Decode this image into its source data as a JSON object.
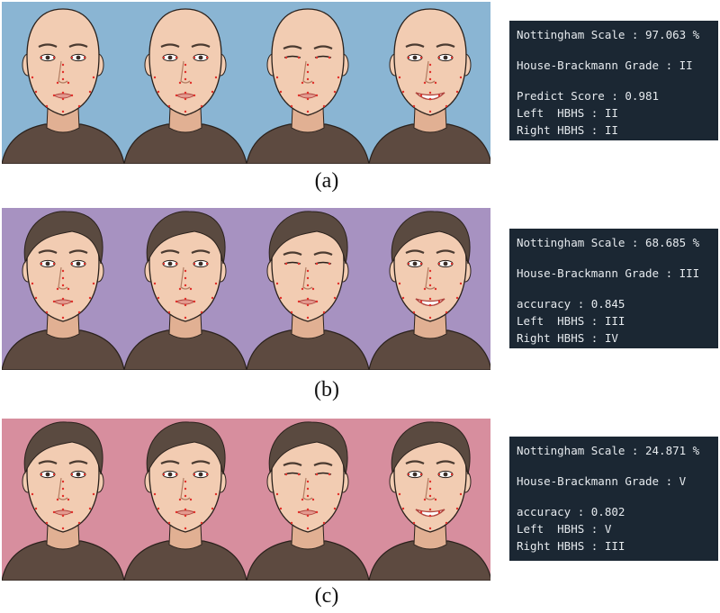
{
  "panels": [
    {
      "id": "a",
      "background": "#8ab5d3",
      "hair": "none",
      "face_count": 4,
      "caption": "(a)",
      "console": {
        "nottingham": "Nottingham Scale : 97.063 %",
        "hb_grade": "House-Brackmann Grade : II",
        "score": "Predict Score : 0.981",
        "left": "Left  HBHS : II",
        "right": "Right HBHS : II"
      }
    },
    {
      "id": "b",
      "background": "#a792c1",
      "hair": "short",
      "face_count": 4,
      "caption": "(b)",
      "console": {
        "nottingham": "Nottingham Scale : 68.685 %",
        "hb_grade": "House-Brackmann Grade : III",
        "score": "accuracy : 0.845",
        "left": "Left  HBHS : III",
        "right": "Right HBHS : IV"
      }
    },
    {
      "id": "c",
      "background": "#d78e9e",
      "hair": "short",
      "face_count": 4,
      "caption": "(c)",
      "console": {
        "nottingham": "Nottingham Scale : 24.871 %",
        "hb_grade": "House-Brackmann Grade : V",
        "score": "accuracy : 0.802",
        "left": "Left  HBHS : V",
        "right": "Right HBHS : III"
      }
    }
  ],
  "colors": {
    "skin": "#f2ccb2",
    "skin_shadow": "#e1b093",
    "shirt": "#5d4a40",
    "hair": "#5a4a40",
    "landmark": "#e0302a",
    "outline": "#2a211c"
  }
}
